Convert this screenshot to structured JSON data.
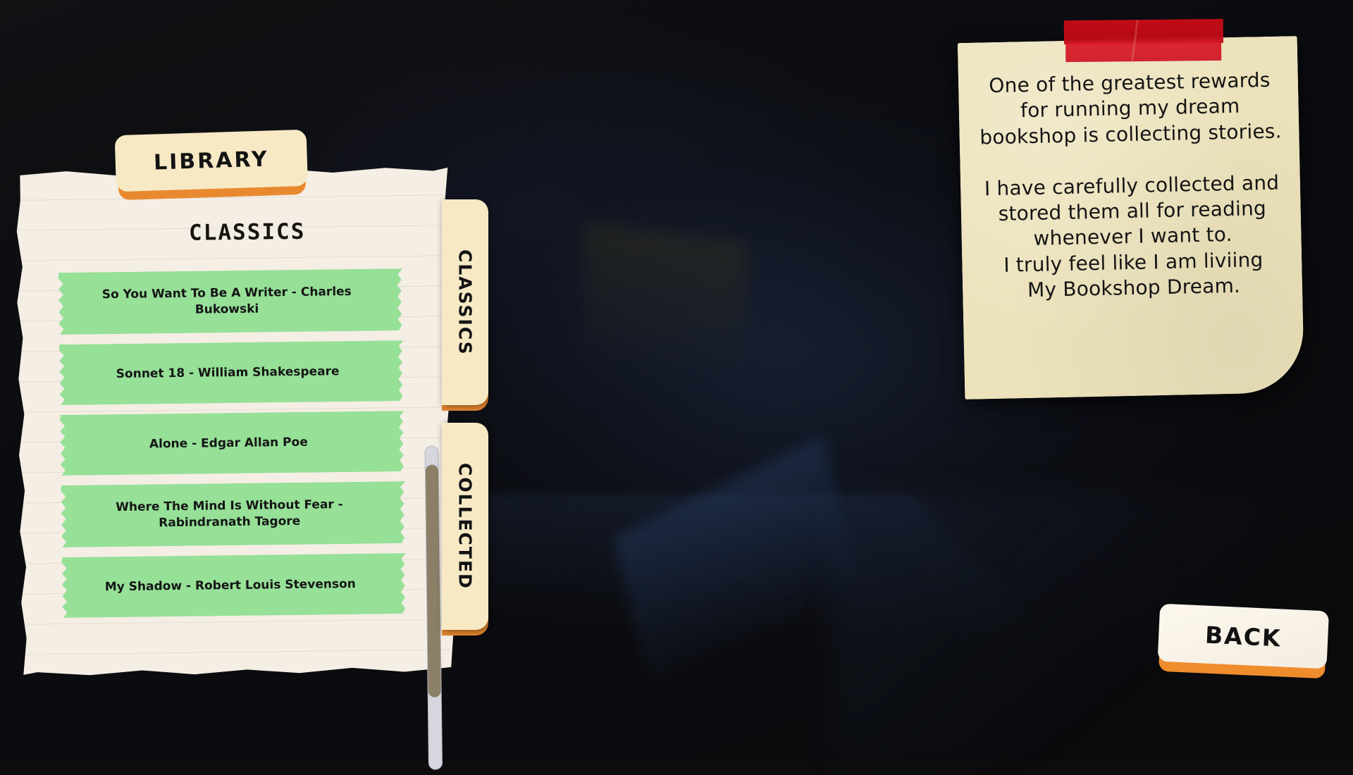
{
  "screen": {
    "name": "library-screen",
    "background_color": "#0d0d0e"
  },
  "library_panel": {
    "tab_title": "LIBRARY",
    "section_heading": "CLASSICS",
    "accent_color": "#e8892f",
    "paper_color": "#f4eee4",
    "tab_color": "#f7e9c4",
    "item_color": "#96e098",
    "books": [
      {
        "title": "So You Want To Be A Writer - Charles Bukowski"
      },
      {
        "title": "Sonnet 18 - William Shakespeare"
      },
      {
        "title": "Alone - Edgar Allan Poe"
      },
      {
        "title": "Where The Mind Is Without Fear - Rabindranath Tagore"
      },
      {
        "title": "My Shadow - Robert Louis Stevenson"
      }
    ],
    "scrollbar": {
      "track_color": "#d6d6de",
      "thumb_color": "#8c7f68"
    }
  },
  "category_tabs": [
    {
      "label": "CLASSICS",
      "selected": true
    },
    {
      "label": "COLLECTED",
      "selected": false
    }
  ],
  "sticky_note": {
    "text": "One of the greatest rewards\nfor running my dream\nbookshop is collecting stories.\n\nI have carefully collected and\nstored them all for reading\nwhenever I want to.\nI truly feel like I am liviing\nMy Bookshop Dream.",
    "paper_color": "#ece2bb",
    "tape_color": "#c80c18"
  },
  "back_button": {
    "label": "BACK",
    "accent_color": "#ef8c2c"
  }
}
